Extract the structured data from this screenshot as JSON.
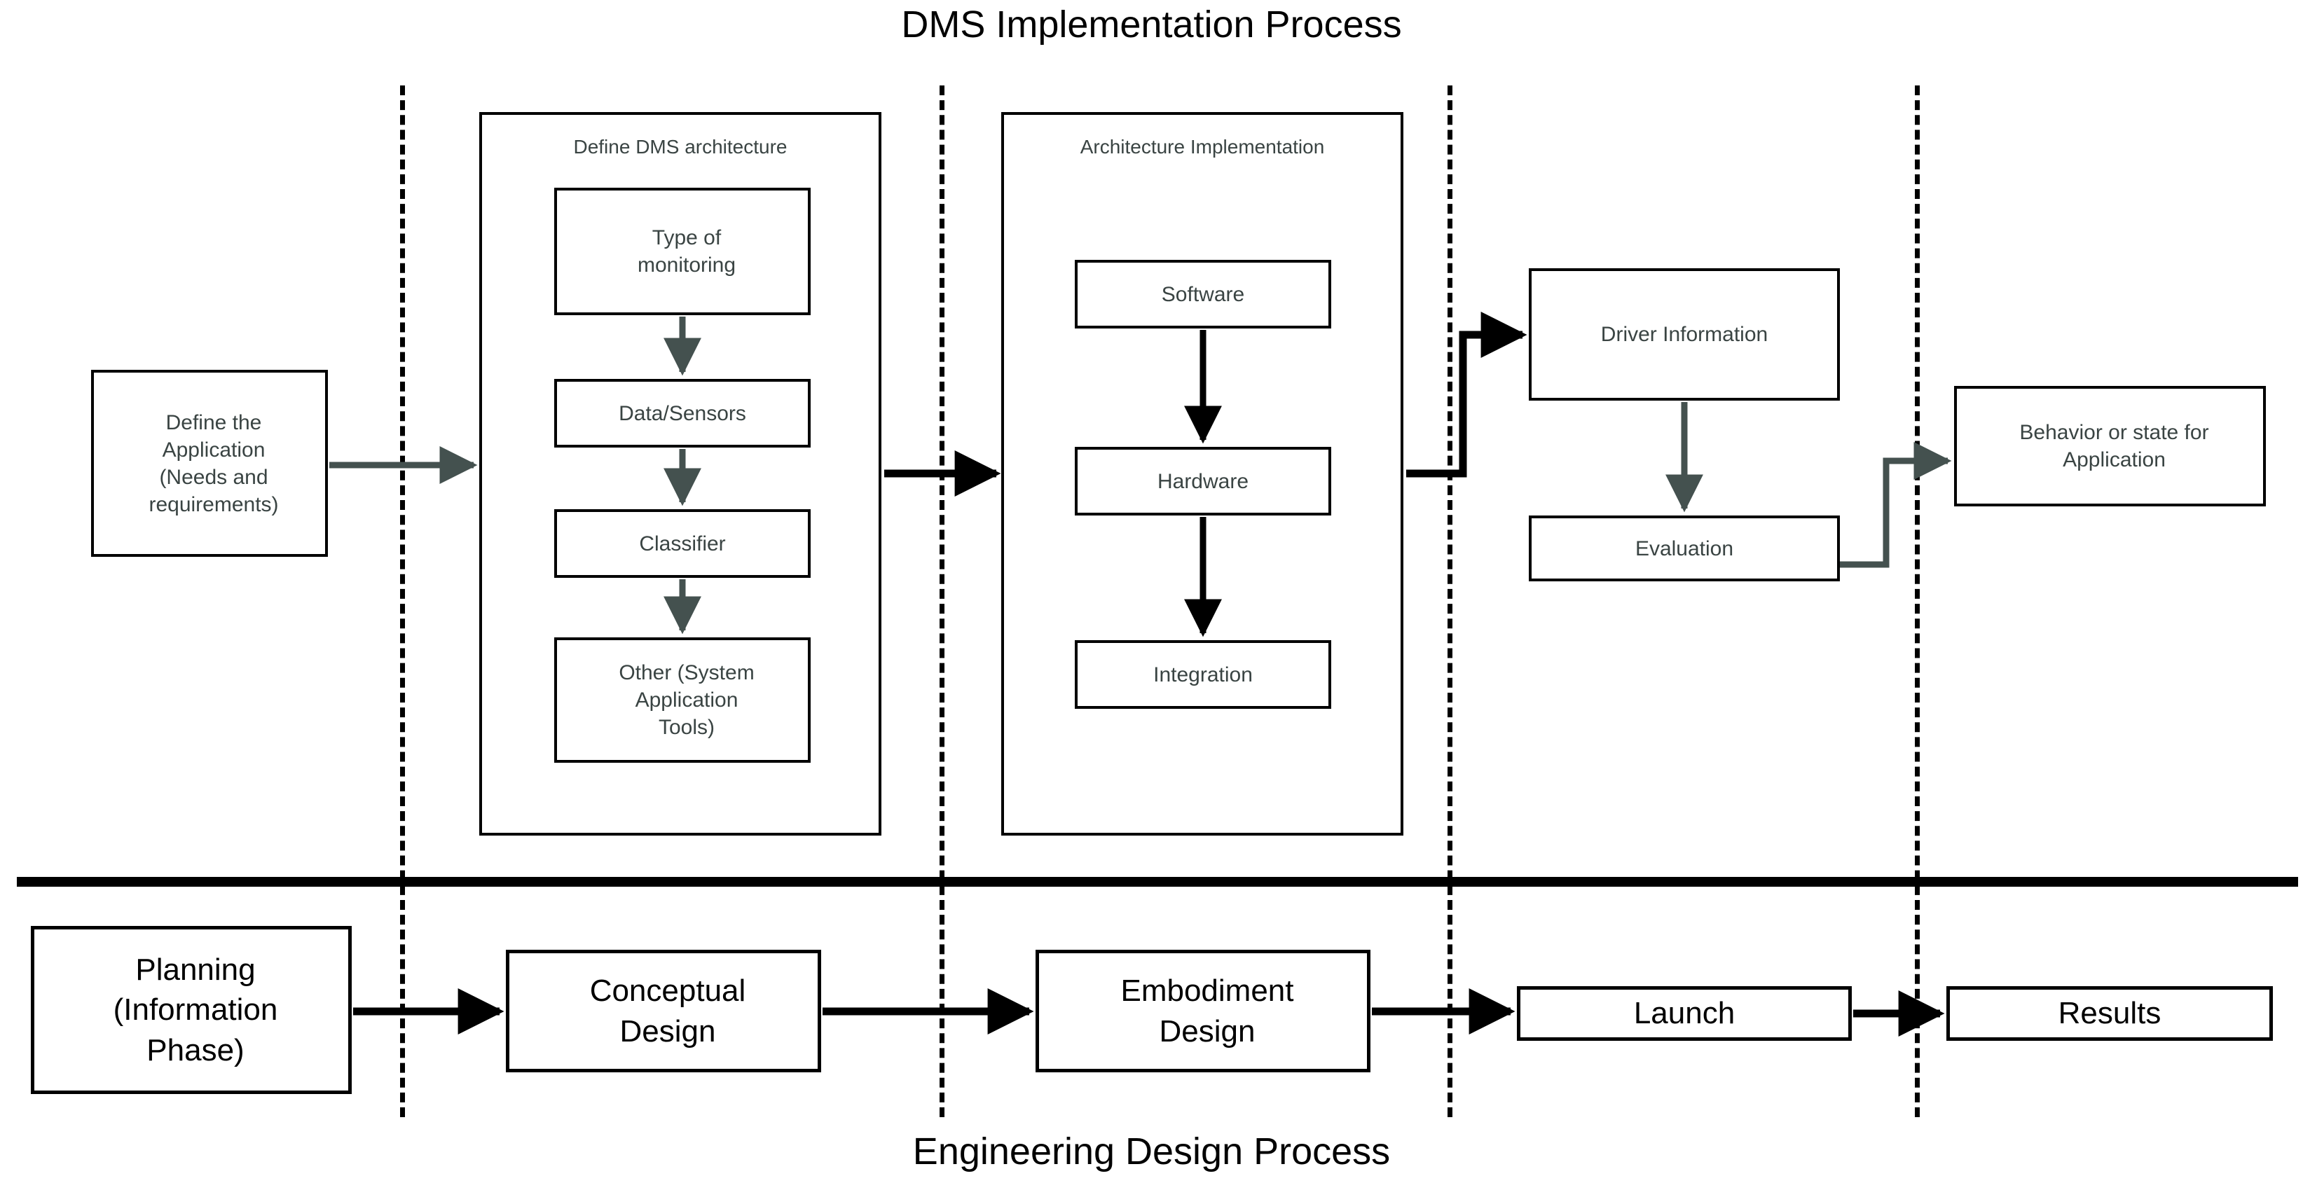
{
  "titles": {
    "top": "DMS Implementation Process",
    "bottom": "Engineering Design Process"
  },
  "colors": {
    "stroke_black": "#000000",
    "arrow_gray": "#44514f",
    "box_text": "#3a4443",
    "background": "#ffffff"
  },
  "top_lane": {
    "name": "DMS Implementation Process",
    "start_box": {
      "label": "Define the Application (Needs and requirements)",
      "lines": [
        "Define the",
        "Application",
        "(Needs and",
        "requirements)"
      ]
    },
    "groups": [
      {
        "title": "Define DMS architecture",
        "steps": [
          {
            "label": "Type of monitoring",
            "lines": [
              "Type of",
              "monitoring"
            ]
          },
          {
            "label": "Data/Sensors",
            "lines": [
              "Data/Sensors"
            ]
          },
          {
            "label": "Classifier",
            "lines": [
              "Classifier"
            ]
          },
          {
            "label": "Other (System Application Tools)",
            "lines": [
              "Other (System",
              "Application",
              "Tools)"
            ]
          }
        ]
      },
      {
        "title": "Architecture Implementation",
        "steps": [
          {
            "label": "Software",
            "lines": [
              "Software"
            ]
          },
          {
            "label": "Hardware",
            "lines": [
              "Hardware"
            ]
          },
          {
            "label": "Integration",
            "lines": [
              "Integration"
            ]
          }
        ]
      }
    ],
    "output_boxes": [
      {
        "label": "Driver Information",
        "lines": [
          "Driver Information"
        ]
      },
      {
        "label": "Evaluation",
        "lines": [
          "Evaluation"
        ]
      }
    ],
    "final_box": {
      "label": "Behavior or state for Application",
      "lines": [
        "Behavior or state for",
        "Application"
      ]
    }
  },
  "bottom_lane": {
    "name": "Engineering Design Process",
    "stages": [
      {
        "label": "Planning (Information Phase)",
        "lines": [
          "Planning",
          "(Information",
          "Phase)"
        ]
      },
      {
        "label": "Conceptual Design",
        "lines": [
          "Conceptual",
          "Design"
        ]
      },
      {
        "label": "Embodiment Design",
        "lines": [
          "Embodiment",
          "Design"
        ]
      },
      {
        "label": "Launch",
        "lines": [
          "Launch"
        ]
      },
      {
        "label": "Results",
        "lines": [
          "Results"
        ]
      }
    ]
  },
  "separators": {
    "vertical_dashed_count": 4,
    "horizontal_divider": true
  }
}
